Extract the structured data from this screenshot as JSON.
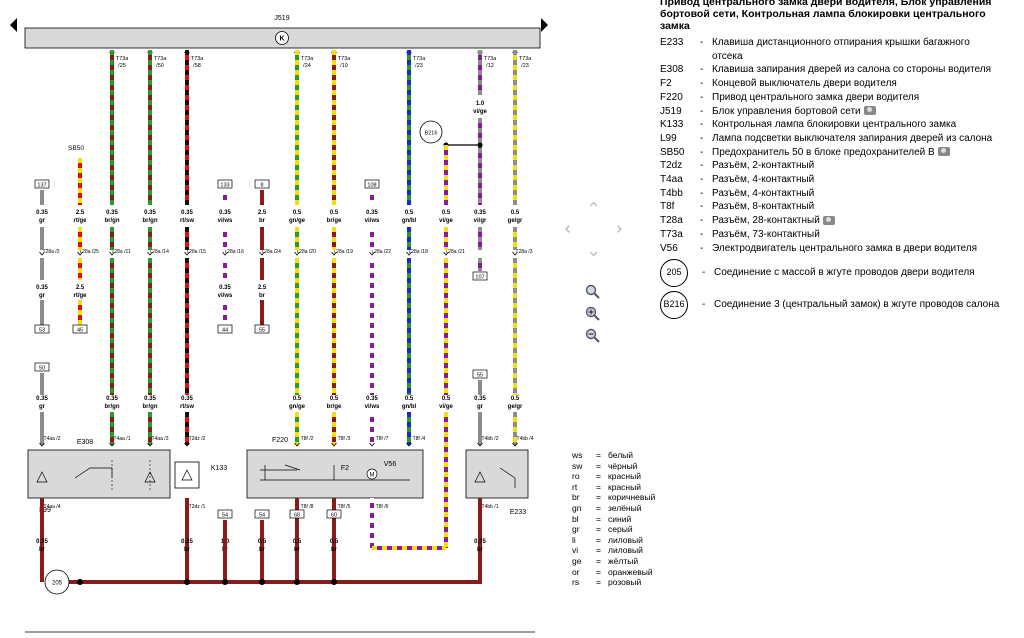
{
  "diagram": {
    "block": "J519",
    "block_label": "K",
    "top_connectors": [
      {
        "label": "T73a",
        "pin": "/25"
      },
      {
        "label": "T73a",
        "pin": "/50"
      },
      {
        "label": "T73a",
        "pin": "/58"
      },
      {
        "label": "T73a",
        "pin": "/24"
      },
      {
        "label": "T73a",
        "pin": "/19"
      },
      {
        "label": "T73a",
        "pin": "/23"
      },
      {
        "label": "T73a",
        "pin": "/12"
      },
      {
        "label": "T73a",
        "pin": "/23"
      }
    ],
    "fuse": "SB50",
    "branch_size": "1.0",
    "branch_color": "vi/ge",
    "ground_top": "B216",
    "ground_bottom": "205",
    "box_refs": [
      "137",
      "133",
      "8",
      "108",
      "107",
      "53",
      "45",
      "44",
      "55",
      "50",
      "55",
      "54",
      "68",
      "60"
    ],
    "mid_wires": [
      {
        "size": "0.35",
        "color": "gr"
      },
      {
        "size": "2.5",
        "color": "rt/ge"
      },
      {
        "size": "0.35",
        "color": "br/gn"
      },
      {
        "size": "0.35",
        "color": "br/gn"
      },
      {
        "size": "0.35",
        "color": "rt/sw"
      },
      {
        "size": "0.35",
        "color": "vi/ws"
      },
      {
        "size": "2.5",
        "color": "br"
      },
      {
        "size": "0.5",
        "color": "gn/ge"
      },
      {
        "size": "0.5",
        "color": "br/ge"
      },
      {
        "size": "0.35",
        "color": "vi/ws"
      },
      {
        "size": "0.5",
        "color": "gn/bl"
      },
      {
        "size": "0.5",
        "color": "vi/ge"
      },
      {
        "size": "0.35",
        "color": "vi/gr"
      },
      {
        "size": "0.5",
        "color": "ge/gr"
      }
    ],
    "t28_pins": [
      "T28a /2",
      "T28a /25",
      "T28a /11",
      "T28a /14",
      "T28a /15",
      "T28a /16",
      "T28a /24",
      "T28a /20",
      "T28a /19",
      "T28a /22",
      "T28a /18",
      "T28a /21",
      "T28a /3"
    ],
    "second_wires": [
      {
        "size": "0.35",
        "color": "gr"
      },
      {
        "size": "2.5",
        "color": "rt/ge"
      },
      {
        "size": "0.35",
        "color": "vi/ws"
      },
      {
        "size": "2.5",
        "color": "br"
      }
    ],
    "low_wires": [
      {
        "size": "0.35",
        "color": "gr"
      },
      {
        "size": "0.35",
        "color": "br/gn"
      },
      {
        "size": "0.35",
        "color": "br/gn"
      },
      {
        "size": "0.35",
        "color": "rt/sw"
      },
      {
        "size": "0.5",
        "color": "gn/ge"
      },
      {
        "size": "0.5",
        "color": "br/ge"
      },
      {
        "size": "0.35",
        "color": "vi/ws"
      },
      {
        "size": "0.5",
        "color": "gn/bl"
      },
      {
        "size": "0.5",
        "color": "vi/ge"
      },
      {
        "size": "0.35",
        "color": "gr"
      },
      {
        "size": "0.5",
        "color": "ge/gr"
      }
    ],
    "components": [
      "E308",
      "K133",
      "F220",
      "F2",
      "V56",
      "E233",
      "L99"
    ],
    "comp_pins": [
      "T4aa /2",
      "T4aa /1",
      "T4aa /3",
      "T2dz /2",
      "T8f /2",
      "T8f /3",
      "T8f /7",
      "T8f /4",
      "T4bb /2",
      "T4bb /4"
    ],
    "bottom_pins": [
      "T4aa /4",
      "T2dz /1",
      "T8f /8",
      "T8f /5",
      "T8f /6",
      "T4bb /1"
    ],
    "bottom_wires": [
      {
        "size": "0.35",
        "color": "br"
      },
      {
        "size": "0.35",
        "color": "br"
      },
      {
        "size": "1.0",
        "color": "br"
      },
      {
        "size": "0.5",
        "color": "br"
      },
      {
        "size": "0.5",
        "color": "br"
      },
      {
        "size": "0.5",
        "color": "br"
      },
      {
        "size": "0.35",
        "color": "br"
      }
    ]
  },
  "legend": {
    "title_lines": [
      "Привод центрального замка двери водителя, Блок управления",
      "бортовой сети, Контрольная лампа блокировки центрального",
      "замка"
    ],
    "items": [
      {
        "code": "E233",
        "desc": "Клавиша дистанционного отпирания крышки багажного"
      },
      {
        "code": "",
        "desc": "отсека"
      },
      {
        "code": "E308",
        "desc": "Клавиша запирания дверей из салона со стороны водителя"
      },
      {
        "code": "F2",
        "desc": "Концевой выключатель двери водителя"
      },
      {
        "code": "F220",
        "desc": "Привод центрального замка двери водителя"
      },
      {
        "code": "J519",
        "desc": "Блок управления бортовой сети",
        "camera": true
      },
      {
        "code": "K133",
        "desc": "Контрольная лампа блокировки центрального замка"
      },
      {
        "code": "L99",
        "desc": "Лампа подсветки выключателя запирания дверей из салона"
      },
      {
        "code": "SB50",
        "desc": "Предохранитель 50 в блоке предохранителей B",
        "camera": true
      },
      {
        "code": "T2dz",
        "desc": "Разъём, 2-контактный"
      },
      {
        "code": "T4aa",
        "desc": "Разъём, 4-контактный"
      },
      {
        "code": "T4bb",
        "desc": "Разъём, 4-контактный"
      },
      {
        "code": "T8f",
        "desc": "Разъём, 8-контактный"
      },
      {
        "code": "T28a",
        "desc": "Разъём, 28-контактный",
        "camera": true
      },
      {
        "code": "T73a",
        "desc": "Разъём, 73-контактный"
      },
      {
        "code": "V56",
        "desc": "Электродвигатель центрального замка в двери водителя"
      }
    ],
    "grounds": [
      {
        "code": "205",
        "desc": "Соединение с массой в жгуте проводов двери водителя"
      },
      {
        "code": "B216",
        "desc": "Соединение 3 (центральный замок) в жгуте проводов салона"
      }
    ]
  },
  "color_codes": [
    {
      "code": "ws",
      "name": "белый"
    },
    {
      "code": "sw",
      "name": "чёрный"
    },
    {
      "code": "ro",
      "name": "красный"
    },
    {
      "code": "rt",
      "name": "красный"
    },
    {
      "code": "br",
      "name": "коричневый"
    },
    {
      "code": "gn",
      "name": "зелёный"
    },
    {
      "code": "bl",
      "name": "синий"
    },
    {
      "code": "gr",
      "name": "серый"
    },
    {
      "code": "li",
      "name": "лиловый"
    },
    {
      "code": "vi",
      "name": "лиловый"
    },
    {
      "code": "ge",
      "name": "жёлтый"
    },
    {
      "code": "or",
      "name": "оранжевый"
    },
    {
      "code": "rs",
      "name": "розовый"
    }
  ],
  "icons": {
    "nav": [
      "chevron-up-icon",
      "chevron-left-icon",
      "chevron-right-icon",
      "chevron-down-icon"
    ],
    "zoom": [
      "zoom-fit-icon",
      "zoom-in-icon",
      "zoom-out-icon"
    ],
    "page_arrows": [
      "arrow-left-icon",
      "arrow-right-icon"
    ]
  },
  "wire_palette": {
    "gr": "#8c8c8c",
    "rt": "#e01010",
    "ge": "#f0e010",
    "br": "#8b1a1a",
    "gn": "#2a9a2a",
    "sw": "#111111",
    "vi": "#8a1a9a",
    "ws": "#ffffff",
    "bl": "#1a2ad0"
  }
}
